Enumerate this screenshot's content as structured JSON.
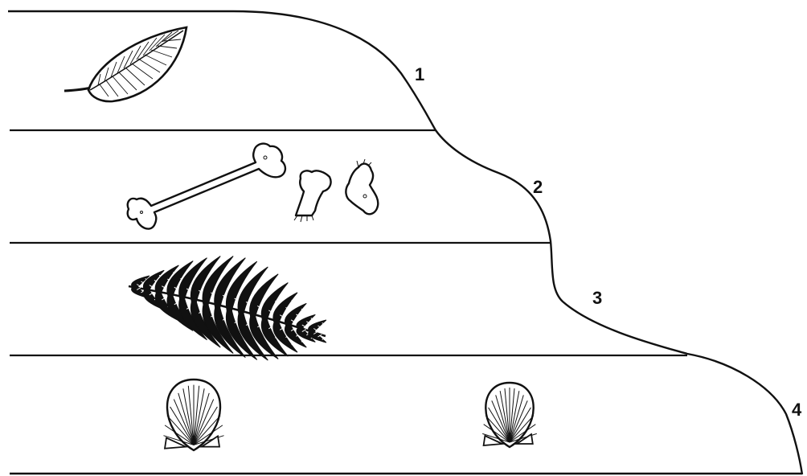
{
  "diagram": {
    "layers": [
      {
        "label": "1",
        "fossil": "leaf-icon"
      },
      {
        "label": "2",
        "fossil": "bones-icon"
      },
      {
        "label": "3",
        "fossil": "fern-icon"
      },
      {
        "label": "4",
        "fossil": "shell-icon"
      }
    ],
    "colors": {
      "ink": "#111111",
      "background": "#ffffff"
    }
  }
}
